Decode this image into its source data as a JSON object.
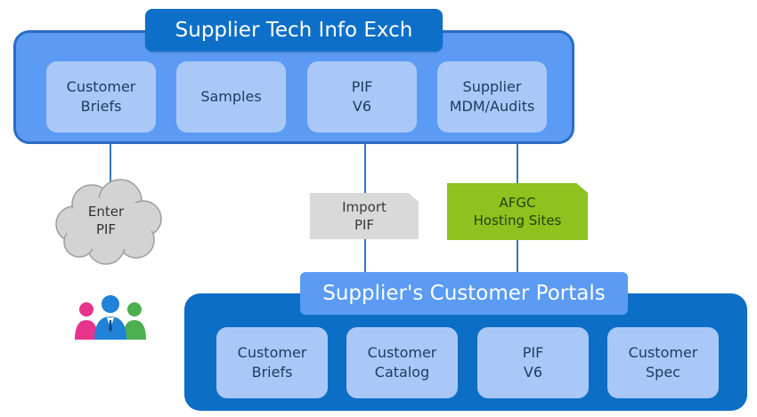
{
  "top_panel": {
    "title": "Supplier Tech Info Exch",
    "cards": [
      "Customer\nBriefs",
      "Samples",
      "PIF\nV6",
      "Supplier\nMDM/Audits"
    ]
  },
  "connectors": {
    "cloud_label": "Enter\nPIF",
    "import_label": "Import\nPIF",
    "afgc_label": "AFGC\nHosting Sites"
  },
  "bottom_panel": {
    "title": "Supplier's Customer Portals",
    "cards": [
      "Customer\nBriefs",
      "Customer\nCatalog",
      "PIF\nV6",
      "Customer\nSpec"
    ]
  },
  "icons": {
    "cloud": "cloud-icon",
    "users": "users-group-icon"
  },
  "colors": {
    "panel_dark": "#0e6fc8",
    "panel_light": "#5b9bf4",
    "card": "#a9c8f7",
    "import_doc": "#d9d9d9",
    "afgc_doc": "#8dc21f",
    "connector": "#2f78c4"
  }
}
